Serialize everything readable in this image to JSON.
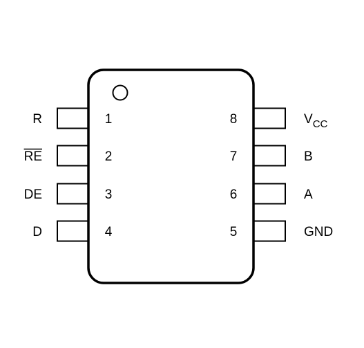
{
  "package": {
    "left_pins": [
      {
        "number": "1",
        "label": "R",
        "overbar": false
      },
      {
        "number": "2",
        "label": "RE",
        "overbar": true
      },
      {
        "number": "3",
        "label": "DE",
        "overbar": false
      },
      {
        "number": "4",
        "label": "D",
        "overbar": false
      }
    ],
    "right_pins": [
      {
        "number": "8",
        "label": "V",
        "subscript": "CC"
      },
      {
        "number": "7",
        "label": "B",
        "subscript": ""
      },
      {
        "number": "6",
        "label": "A",
        "subscript": ""
      },
      {
        "number": "5",
        "label": "GND",
        "subscript": ""
      }
    ]
  }
}
